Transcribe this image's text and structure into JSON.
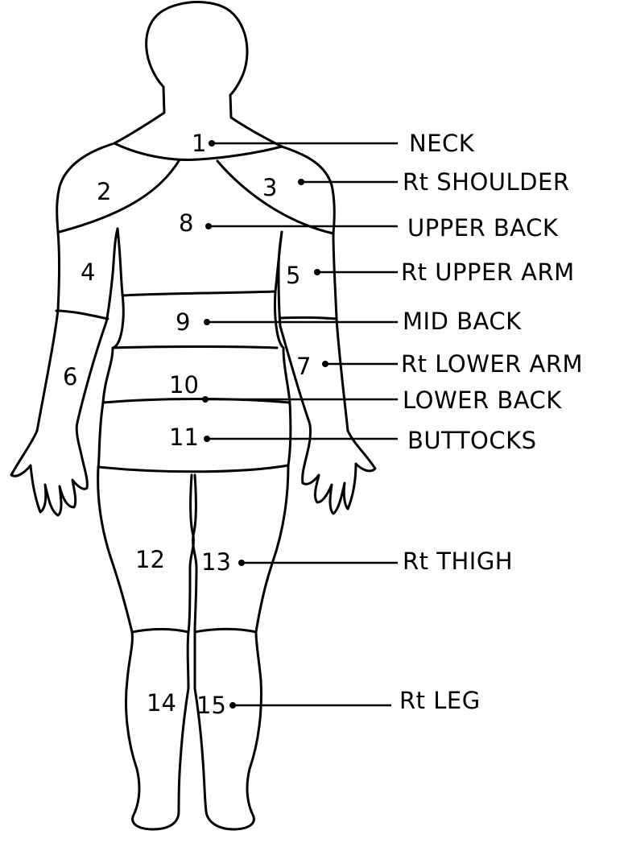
{
  "figure": {
    "view": "posterior",
    "line_color": "#000000",
    "background_color": "#ffffff"
  },
  "regions": [
    {
      "number": "1",
      "label": "NECK"
    },
    {
      "number": "2",
      "label": ""
    },
    {
      "number": "3",
      "label": "Rt SHOULDER"
    },
    {
      "number": "4",
      "label": ""
    },
    {
      "number": "5",
      "label": "Rt UPPER ARM"
    },
    {
      "number": "6",
      "label": ""
    },
    {
      "number": "7",
      "label": "Rt LOWER ARM"
    },
    {
      "number": "8",
      "label": "UPPER BACK"
    },
    {
      "number": "9",
      "label": "MID BACK"
    },
    {
      "number": "10",
      "label": "LOWER BACK"
    },
    {
      "number": "11",
      "label": "BUTTOCKS"
    },
    {
      "number": "12",
      "label": ""
    },
    {
      "number": "13",
      "label": "Rt THIGH"
    },
    {
      "number": "14",
      "label": ""
    },
    {
      "number": "15",
      "label": "Rt LEG"
    }
  ]
}
